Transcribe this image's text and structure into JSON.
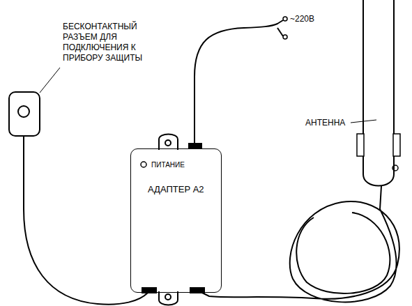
{
  "diagram": {
    "nodes": [
      {
        "text": [
          "ПИТАНИЕ",
          "АДАПТЕР А2"
        ]
      }
    ],
    "labels": [
      "БЕСКОНТАКТНЫЙ РАЗЪЕМ ДЛЯ ПОДКЛЮЧЕНИЯ К ПРИБОРУ ЗАЩИТЫ",
      "~220В",
      "АНТЕННА"
    ]
  }
}
